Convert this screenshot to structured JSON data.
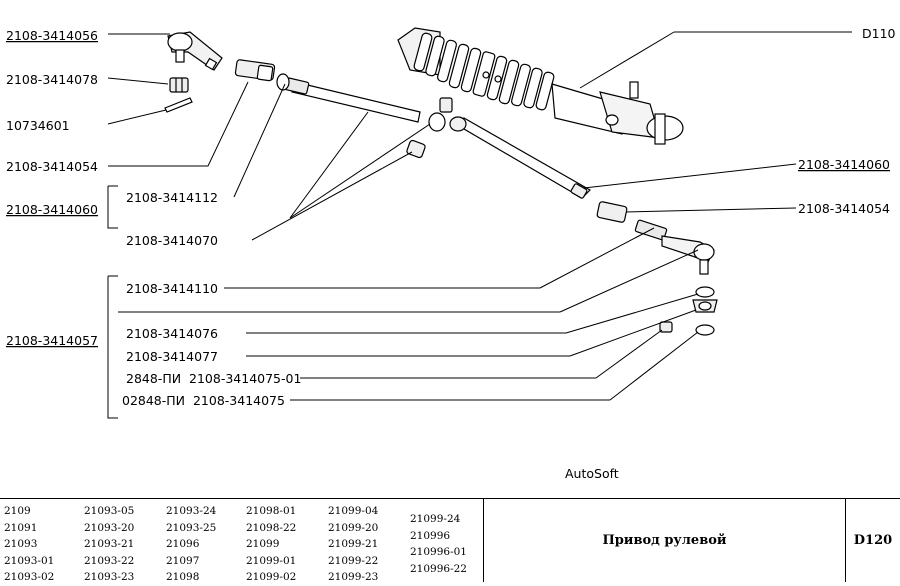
{
  "diagram": {
    "watermark": "AutoSoft",
    "parts": {
      "p2108_3414056": "2108-3414056",
      "p2108_3414078": "2108-3414078",
      "p10734601": "10734601",
      "p2108_3414054_left": "2108-3414054",
      "p2108_3414060_left": "2108-3414060",
      "p2108_3414112": "2108-3414112",
      "p2108_3414070": "2108-3414070",
      "p2108_3414110": "2108-3414110",
      "p2108_3414057": "2108-3414057",
      "p2108_3414076": "2108-3414076",
      "p2108_3414077": "2108-3414077",
      "p2848": "2848-ПИ  2108-3414075-01",
      "p02848": "02848-ПИ  2108-3414075",
      "pD110": "D110",
      "p2108_3414060_right": "2108-3414060",
      "p2108_3414054_right": "2108-3414054"
    }
  },
  "footer": {
    "model_columns": [
      [
        "2109",
        "21091",
        "21093",
        "21093-01",
        "21093-02"
      ],
      [
        "21093-05",
        "21093-20",
        "21093-21",
        "21093-22",
        "21093-23"
      ],
      [
        "21093-24",
        "21093-25",
        "21096",
        "21097",
        "21098"
      ],
      [
        "21098-01",
        "21098-22",
        "21099",
        "21099-01",
        "21099-02"
      ],
      [
        "21099-04",
        "21099-20",
        "21099-21",
        "21099-22",
        "21099-23"
      ],
      [
        "21099-24",
        "210996",
        "210996-01",
        "210996-22"
      ]
    ],
    "title": "Привод рулевой",
    "code": "D120"
  }
}
